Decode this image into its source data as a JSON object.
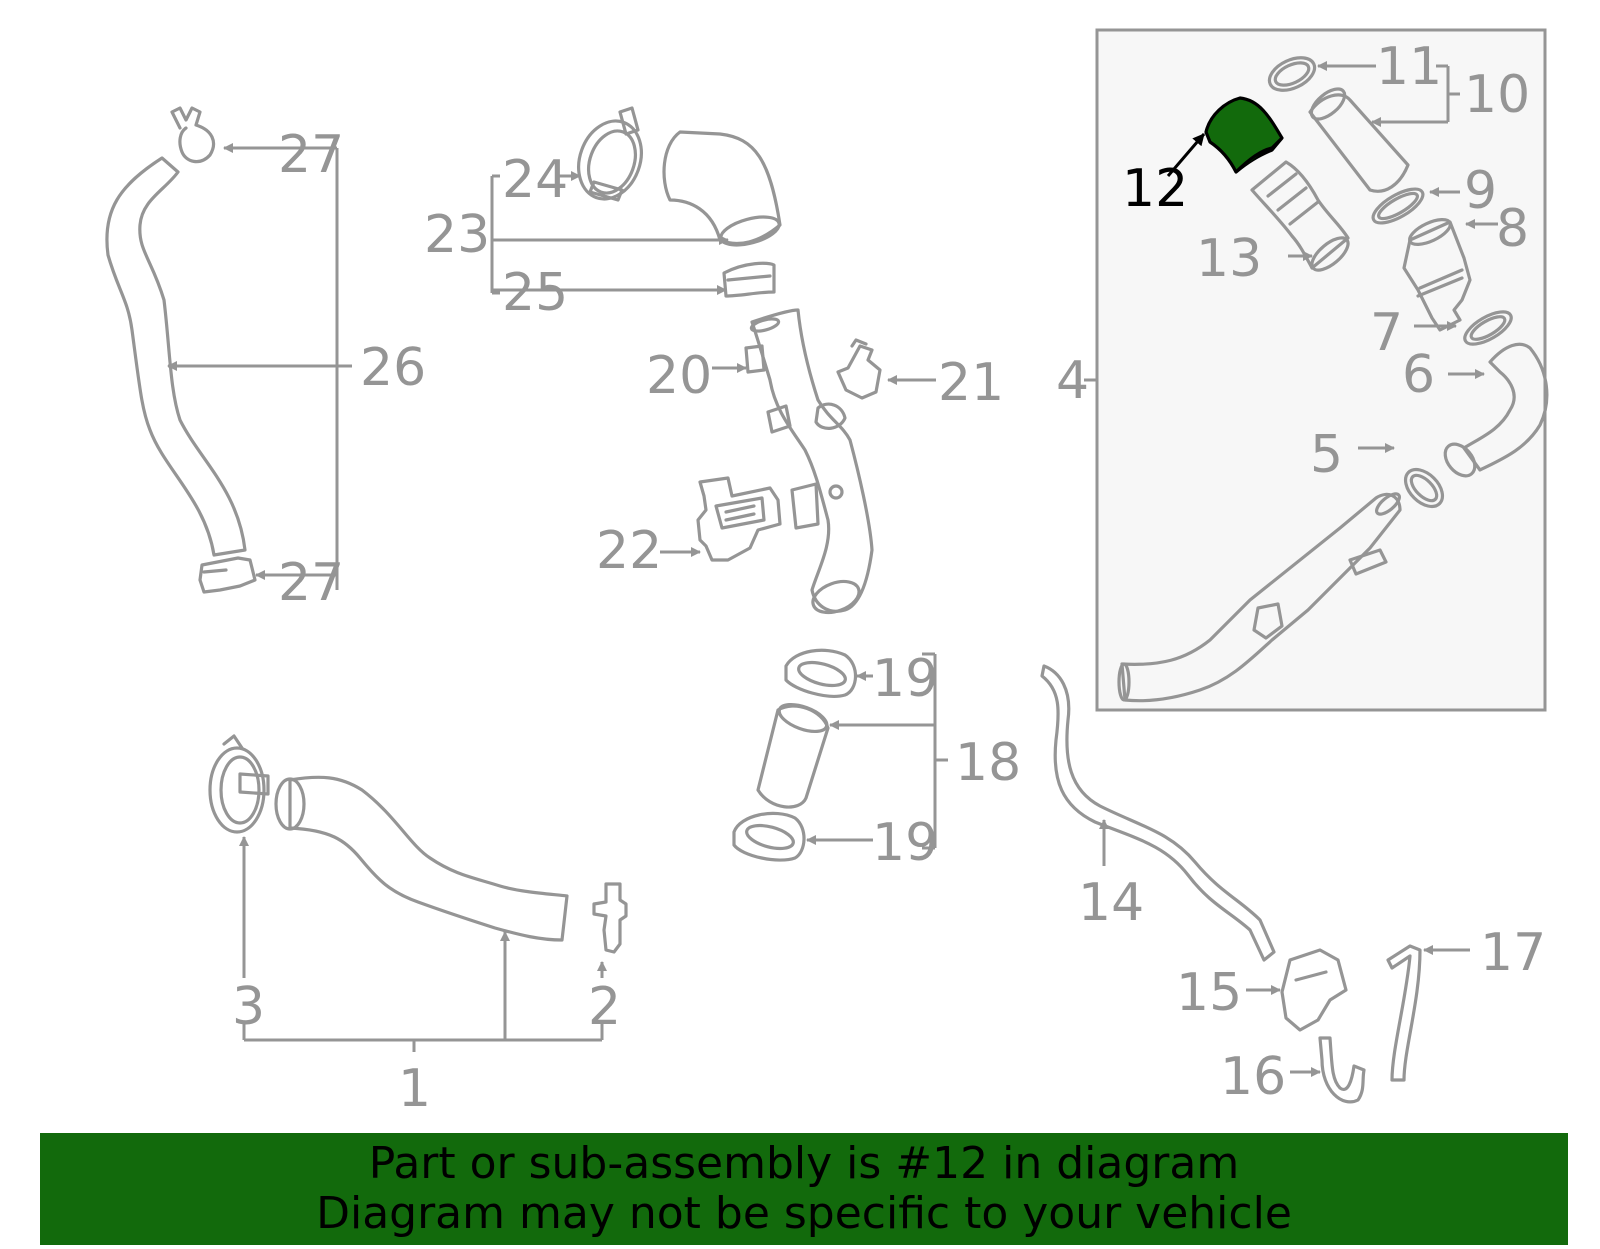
{
  "callouts": {
    "c1": "1",
    "c2": "2",
    "c3": "3",
    "c4": "4",
    "c5": "5",
    "c6": "6",
    "c7": "7",
    "c8": "8",
    "c9": "9",
    "c10": "10",
    "c11": "11",
    "c12": "12",
    "c13": "13",
    "c14": "14",
    "c15": "15",
    "c16": "16",
    "c17": "17",
    "c18": "18",
    "c19a": "19",
    "c19b": "19",
    "c20": "20",
    "c21": "21",
    "c22": "22",
    "c23": "23",
    "c24": "24",
    "c25": "25",
    "c26": "26",
    "c27a": "27",
    "c27b": "27"
  },
  "highlight": {
    "part_number": "12",
    "color": "#126a0c"
  },
  "line_color": "#959595",
  "banner": {
    "line1": "Part or sub-assembly is #12 in diagram",
    "line2": "Diagram may not be specific to your vehicle",
    "color": "#126a0c"
  }
}
